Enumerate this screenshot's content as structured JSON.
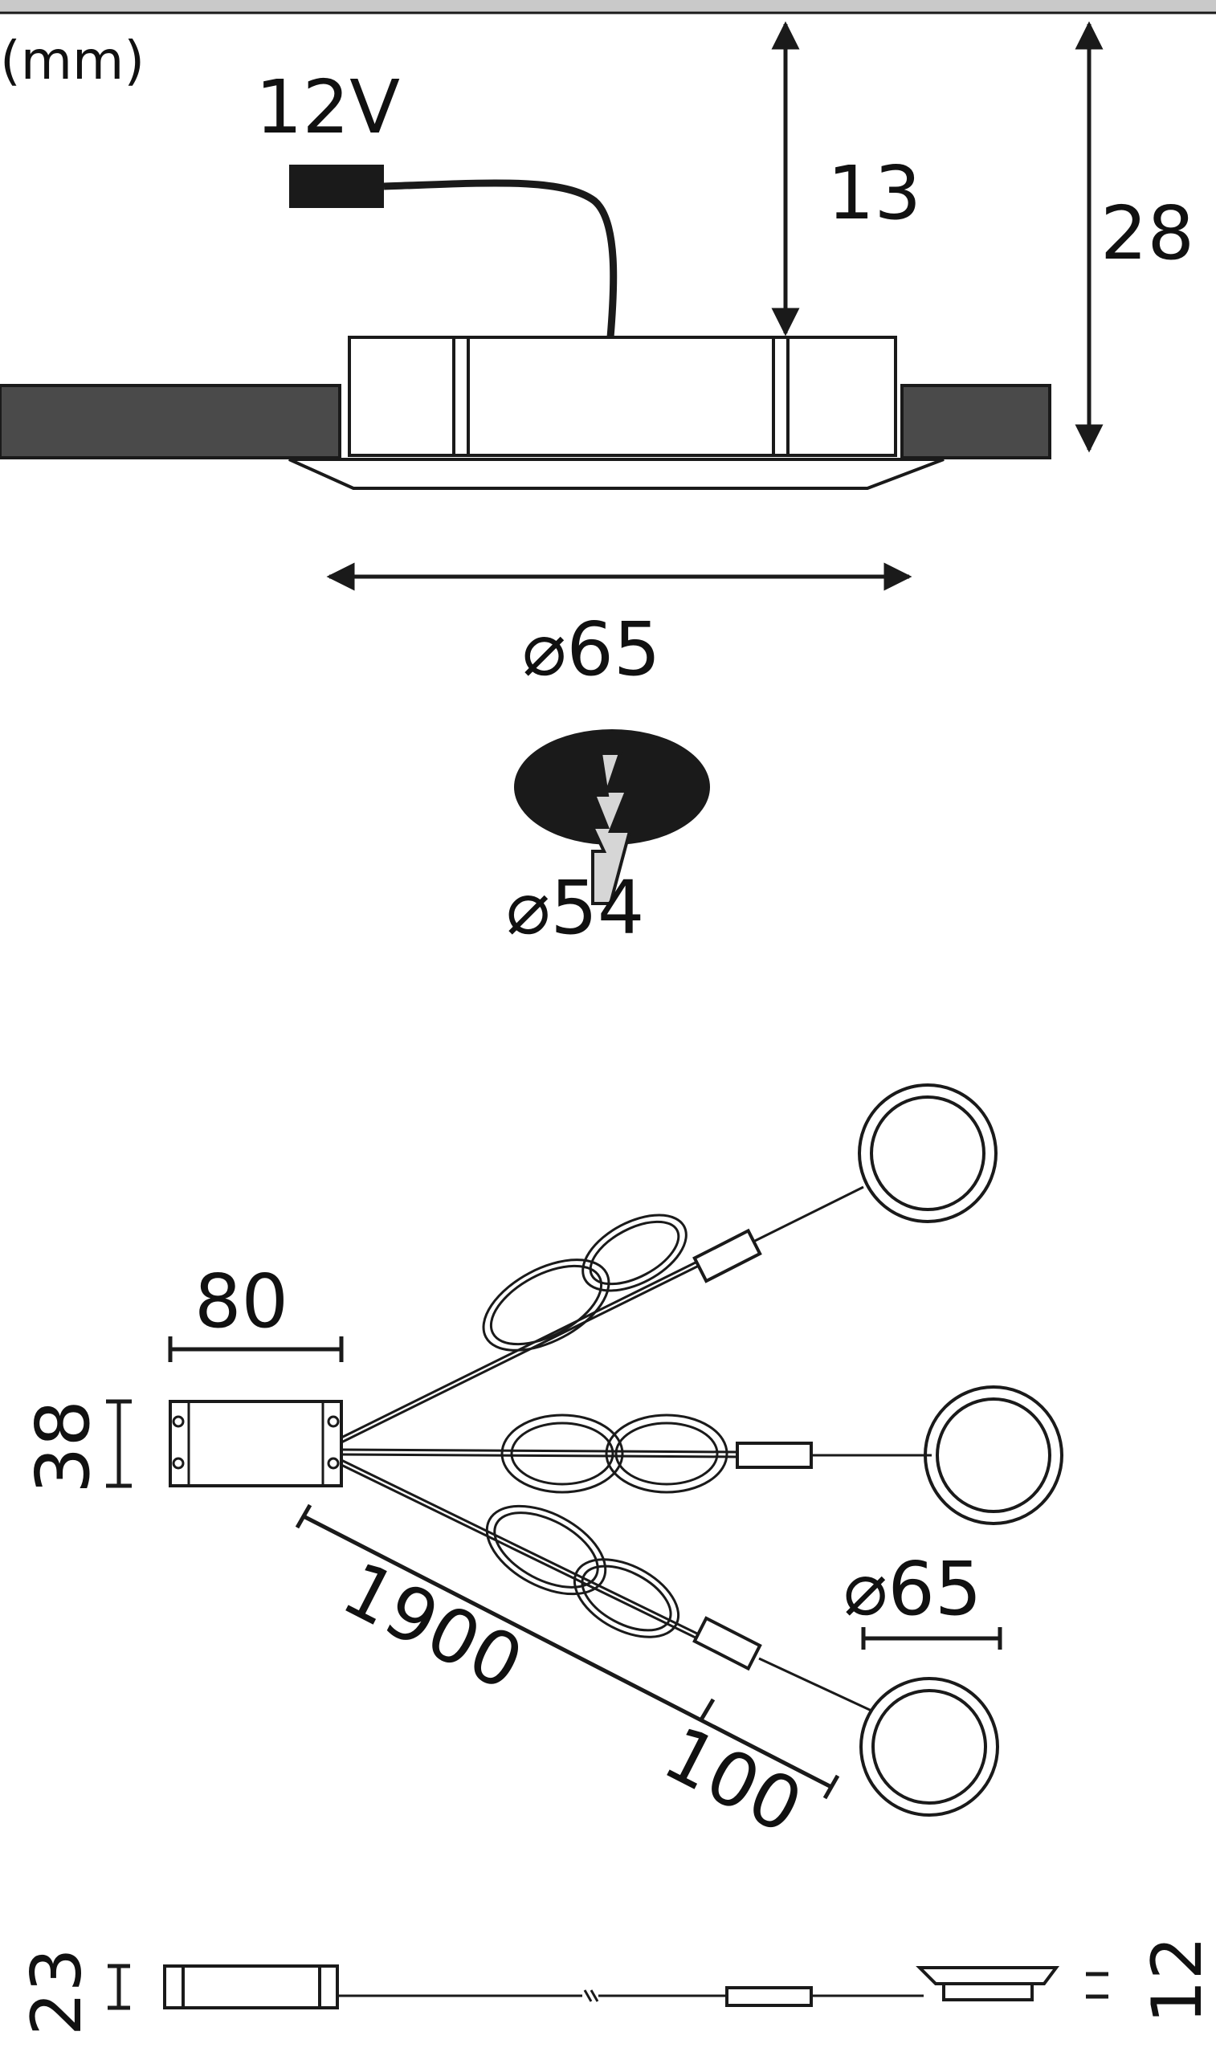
{
  "unit_label": "(mm)",
  "voltage_label": "12V",
  "dimensions": {
    "height_above_surface": "13",
    "total_height": "28",
    "outer_diameter": "⌀65",
    "cutout_diameter": "⌀54",
    "driver_length": "80",
    "driver_width": "38",
    "main_cable_length": "1900",
    "lead_cable_length": "100",
    "light_diameter": "⌀65",
    "driver_height": "23",
    "light_height": "12"
  },
  "icons": {
    "drill_cutout": "drill-hole-icon"
  },
  "colors": {
    "line": "#1a1a1a",
    "surface": "#4a4a4a",
    "drill_fill": "#d6d6d6"
  }
}
